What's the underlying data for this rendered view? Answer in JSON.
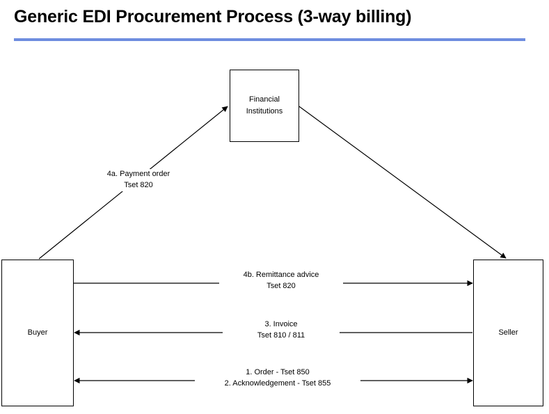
{
  "slide": {
    "title": "Generic EDI Procurement Process (3-way billing)",
    "rule_color": "#6E8DDF",
    "background_color": "#FFFFFF",
    "line_color": "#000000",
    "text_color": "#000000"
  },
  "diagram": {
    "type": "flow-diagram",
    "nodes": [
      {
        "id": "financial-institutions",
        "label": "Financial\nInstitutions"
      },
      {
        "id": "buyer",
        "label": "Buyer"
      },
      {
        "id": "seller",
        "label": "Seller"
      }
    ],
    "edges": [
      {
        "id": "payment-order",
        "from": "buyer",
        "to": "financial-institutions",
        "label": "4a. Payment order\nTset 820",
        "arrows": "to"
      },
      {
        "id": "financial-to-seller",
        "from": "financial-institutions",
        "to": "seller",
        "label": "",
        "arrows": "to"
      },
      {
        "id": "remittance-advice",
        "from": "buyer",
        "to": "seller",
        "label": "4b. Remittance advice\nTset 820",
        "arrows": "to"
      },
      {
        "id": "invoice",
        "from": "seller",
        "to": "buyer",
        "label": "3. Invoice\nTset 810 / 811",
        "arrows": "to"
      },
      {
        "id": "order-acknowledgement",
        "from": "buyer",
        "to": "seller",
        "label": "1. Order - Tset 850\n2. Acknowledgement - Tset 855",
        "arrows": "both"
      }
    ]
  }
}
